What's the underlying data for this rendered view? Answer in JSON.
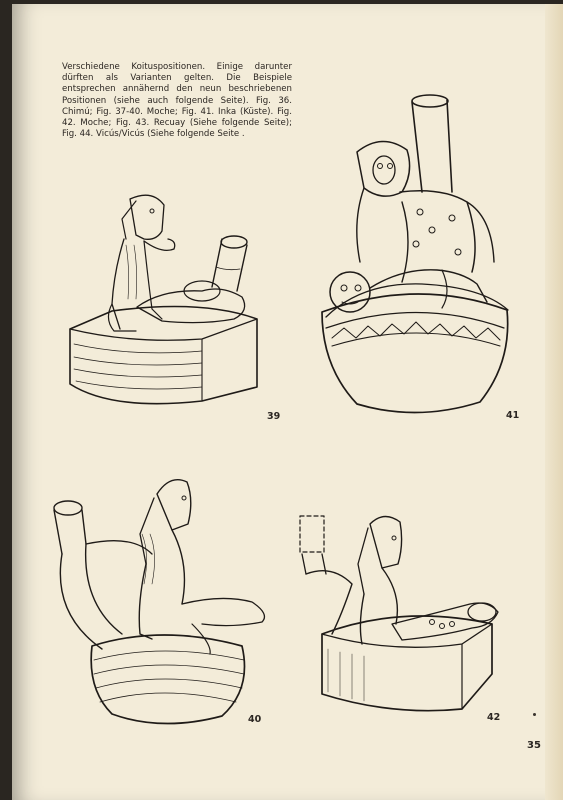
{
  "caption": "Verschiedene Koituspositionen. Einige darunter dürften als Varianten gelten. Die Beispiele entsprechen annähernd den neun beschriebenen Positionen (siehe auch folgende Seite). Fig. 36. Chimú; Fig. 37-40. Moche; Fig. 41. Inka (Küste). Fig. 42. Moche; Fig. 43. Recuay (Siehe folgende Seite); Fig. 44. Vicús/Vicús (Siehe folgende Seite .",
  "figures": [
    {
      "number": "39"
    },
    {
      "number": "41"
    },
    {
      "number": "40"
    },
    {
      "number": "42"
    }
  ],
  "page_number": "35"
}
